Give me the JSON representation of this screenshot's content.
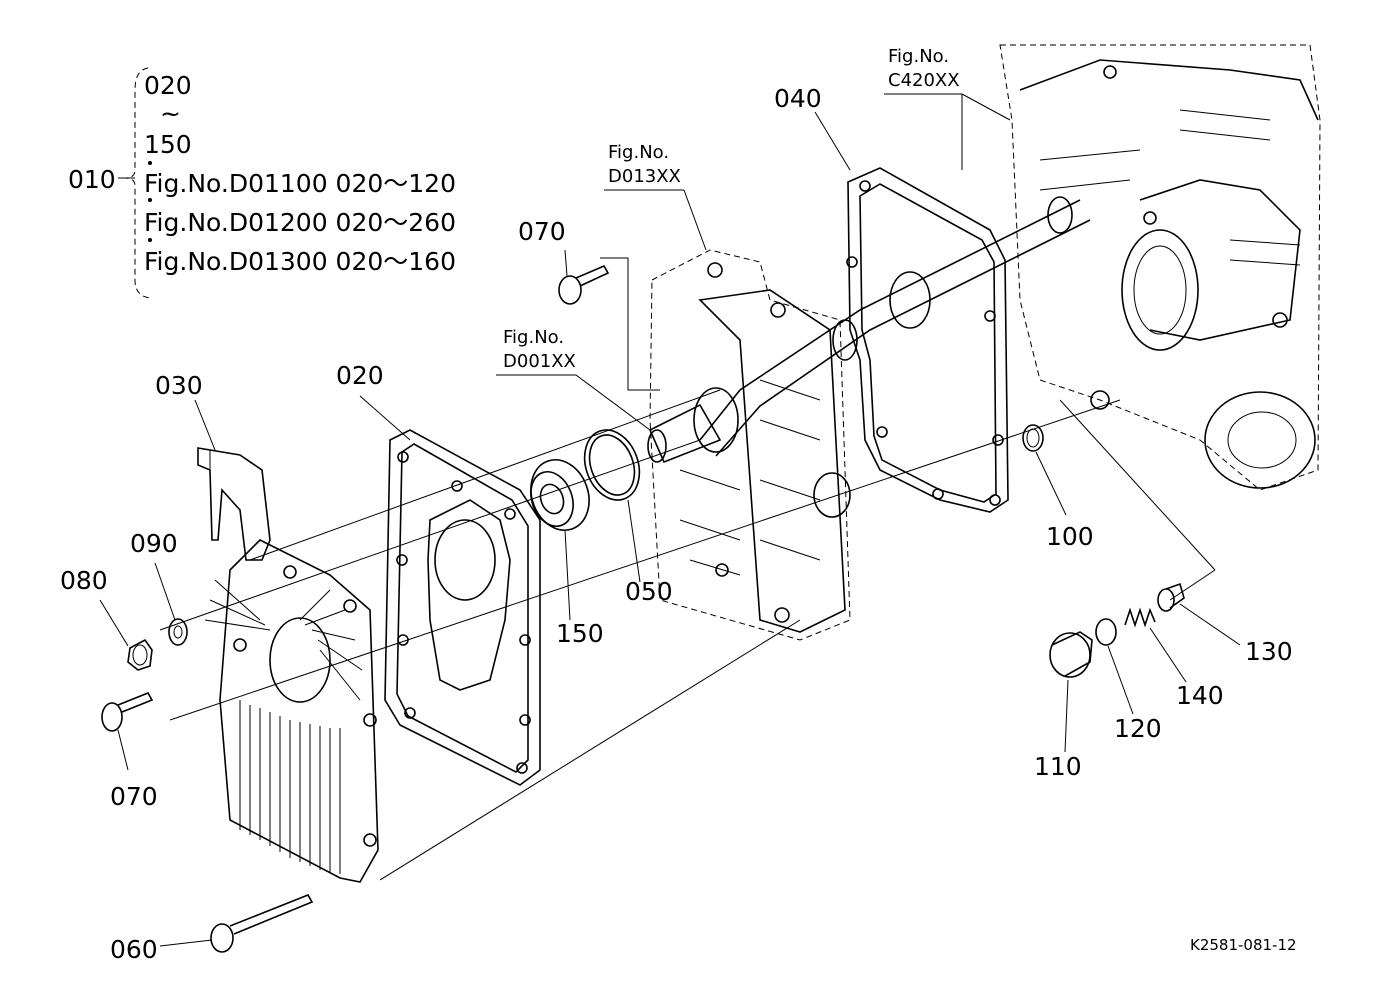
{
  "header": {
    "ref_number": "010",
    "range_start": "020",
    "range_tilde": "~",
    "range_end": "150",
    "fig_refs": [
      "Fig.No.D01100  020～120",
      "Fig.No.D01200  020～260",
      "Fig.No.D01300  020～160"
    ]
  },
  "figure_refs": {
    "c420": {
      "line1": "Fig.No.",
      "line2": "C420XX"
    },
    "d013": {
      "line1": "Fig.No.",
      "line2": "D013XX"
    },
    "d001": {
      "line1": "Fig.No.",
      "line2": "D001XX"
    }
  },
  "callouts": {
    "p020": "020",
    "p030": "030",
    "p040": "040",
    "p050": "050",
    "p060": "060",
    "p070a": "070",
    "p070b": "070",
    "p080": "080",
    "p090": "090",
    "p100": "100",
    "p110": "110",
    "p120": "120",
    "p130": "130",
    "p140": "140",
    "p150": "150"
  },
  "footer": {
    "drawing_id": "K2581-081-12"
  }
}
